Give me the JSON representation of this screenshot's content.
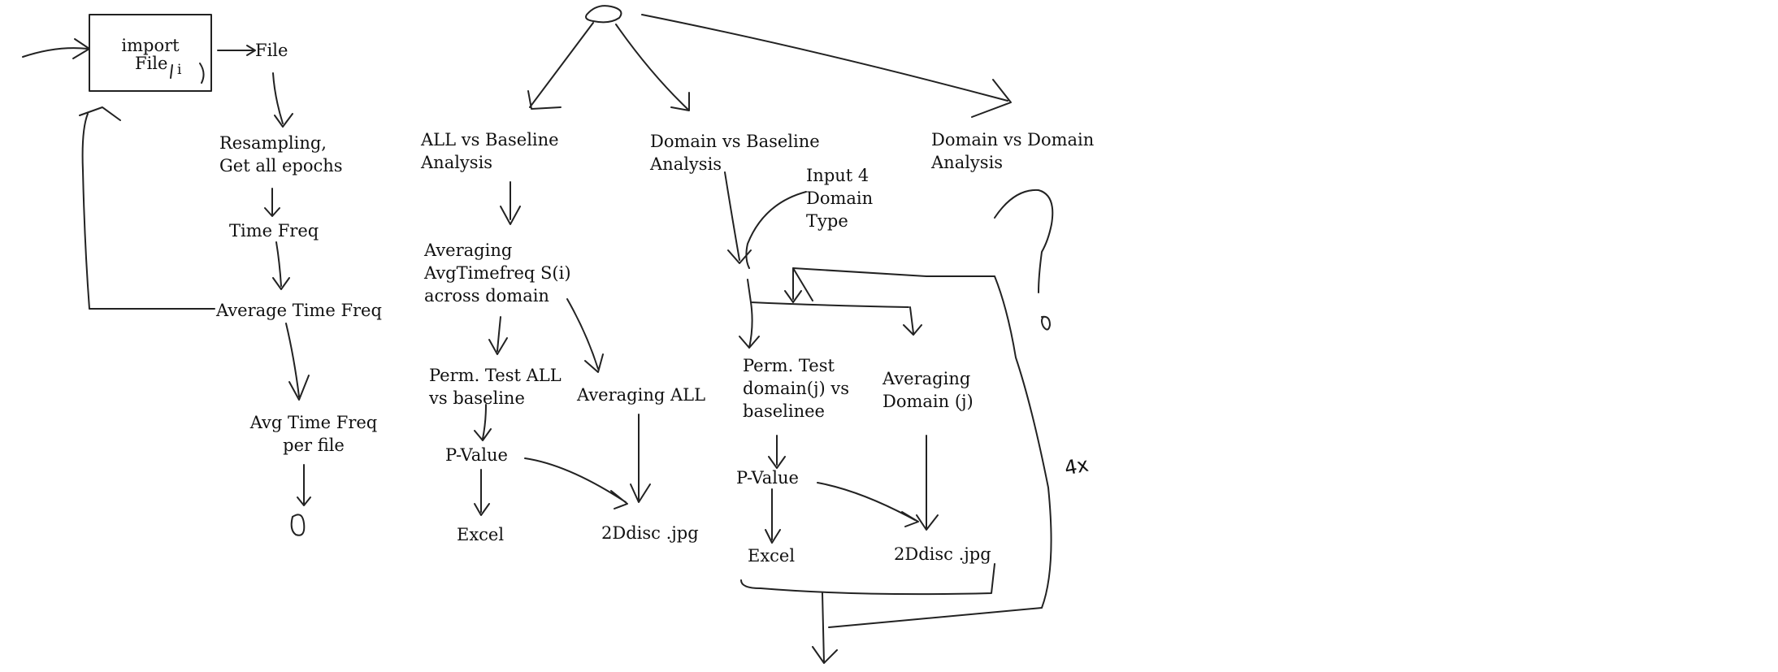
{
  "left": {
    "import": [
      "import",
      "File"
    ],
    "import_index": "i",
    "file": "File",
    "resampling": [
      "Resampling,",
      "Get all epochs"
    ],
    "time_freq": "Time Freq",
    "avg_time_freq": "Average Time Freq",
    "avg_per_file": [
      "Avg Time Freq",
      "per file"
    ]
  },
  "all_branch": {
    "heading": [
      "ALL vs Baseline",
      "Analysis"
    ],
    "averaging": [
      "Averaging",
      "AvgTimefreq S(i)",
      "across domain"
    ],
    "perm": [
      "Perm. Test ALL",
      "vs baseline"
    ],
    "averaging_all": "Averaging ALL",
    "pvalue": "P-Value",
    "excel": "Excel",
    "disc": "2Ddisc .jpg"
  },
  "domain_branch": {
    "heading": [
      "Domain vs Baseline",
      "Analysis"
    ],
    "input": [
      "Input 4",
      "Domain",
      "Type"
    ],
    "perm": [
      "Perm. Test",
      "domain(j) vs",
      "baselinee"
    ],
    "averaging": [
      "Averaging",
      "Domain (j)"
    ],
    "pvalue": "P-Value",
    "excel": "Excel",
    "disc": "2Ddisc .jpg",
    "loop_count": "4x"
  },
  "dd_branch": {
    "heading": [
      "Domain vs Domain",
      "Analysis"
    ]
  }
}
